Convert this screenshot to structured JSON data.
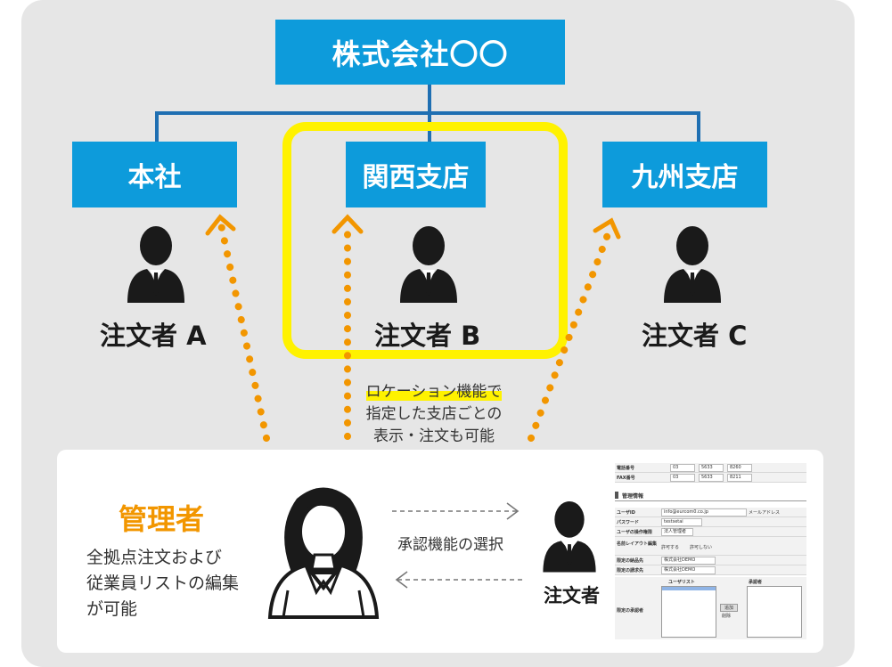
{
  "company": "株式会社〇〇",
  "branches": [
    "本社",
    "関西支店",
    "九州支店"
  ],
  "orderers": [
    "注文者 A",
    "注文者 B",
    "注文者 C"
  ],
  "location_note": {
    "highlight": "ロケーション機能で",
    "line2": "指定した支店ごとの",
    "line3": "表示・注文も可能"
  },
  "admin": {
    "title": "管理者",
    "desc_lines": [
      "全拠点注文および",
      "従業員リストの編集",
      "が可能"
    ]
  },
  "approval_label": "承認機能の選択",
  "orderer_small": "注文者",
  "colors": {
    "box_blue": "#0d9bdb",
    "line_blue": "#1f6fb2",
    "highlight_yellow": "#fff200",
    "arrow_orange": "#f29600"
  },
  "form": {
    "rows": [
      {
        "label": "電話番号",
        "values": [
          "03",
          "5633",
          "8260"
        ]
      },
      {
        "label": "FAX番号",
        "values": [
          "03",
          "5633",
          "8211"
        ]
      }
    ],
    "section": "管理情報",
    "fields": [
      {
        "label": "ユーザID",
        "value": "info@eurcom0.co.jp",
        "note": "メールアドレス"
      },
      {
        "label": "パスワード",
        "value": "testsetai"
      },
      {
        "label": "ユーザの操作権限",
        "value": "法人管理者"
      },
      {
        "label": "名前レイアウト編集",
        "options": [
          "許可する",
          "許可しない"
        ]
      },
      {
        "label": "限定の納品先",
        "value": "株式会社DEMO"
      },
      {
        "label": "限定の請求先",
        "value": "株式会社DEMO"
      }
    ],
    "user_list_label": "ユーザリスト",
    "approver_label": "承認者",
    "approver_row_label": "限定の承認者",
    "add_button": "追加",
    "remove_button": "削除"
  }
}
